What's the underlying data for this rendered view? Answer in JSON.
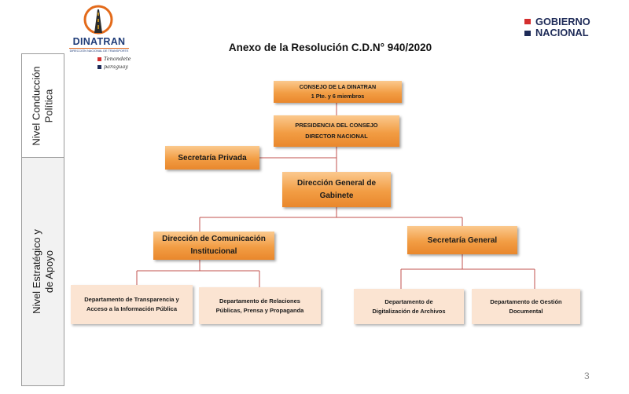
{
  "header": {
    "logo_name": "DINATRAN",
    "logo_subtitle": "DIRECCIÓN NACIONAL DE TRANSPORTE",
    "slogan_line1": "Tenondete",
    "slogan_line2": "paraguay",
    "gobierno_line1": "GOBIERNO",
    "gobierno_line2": "NACIONAL",
    "title": "Anexo de la Resolución C.D.N° 940/2020"
  },
  "levels": {
    "conduccion": "Nivel Conducción\nPolítica",
    "estrategico": "Nivel Estratégico y\nde Apoyo"
  },
  "org": {
    "consejo": "CONSEJO DE LA DINATRAN\n1 Pte. y 6 miembros",
    "presidencia": "PRESIDENCIA DEL CONSEJO\nDIRECTOR NACIONAL",
    "secretaria_privada": "Secretaría Privada",
    "gabinete": "Dirección General de\nGabinete",
    "comunicacion": "Dirección de Comunicación\nInstitucional",
    "secretaria_general": "Secretaría General",
    "transparencia": "Departamento de Transparencia y\nAcceso a la Información Pública",
    "relaciones": "Departamento de Relaciones\nPúblicas, Prensa y Propaganda",
    "digitalizacion": "Departamento de\nDigitalización de Archivos",
    "gestion": "Departamento de Gestión\nDocumental"
  },
  "footer": {
    "page_number": "3"
  },
  "colors": {
    "box_gradient_top": "#fbc98e",
    "box_gradient_bottom": "#e9872c",
    "box_pale": "#fbe4d2",
    "connector": "#c0504d",
    "gob_red": "#d42e2e",
    "gob_blue": "#1d2a57"
  }
}
